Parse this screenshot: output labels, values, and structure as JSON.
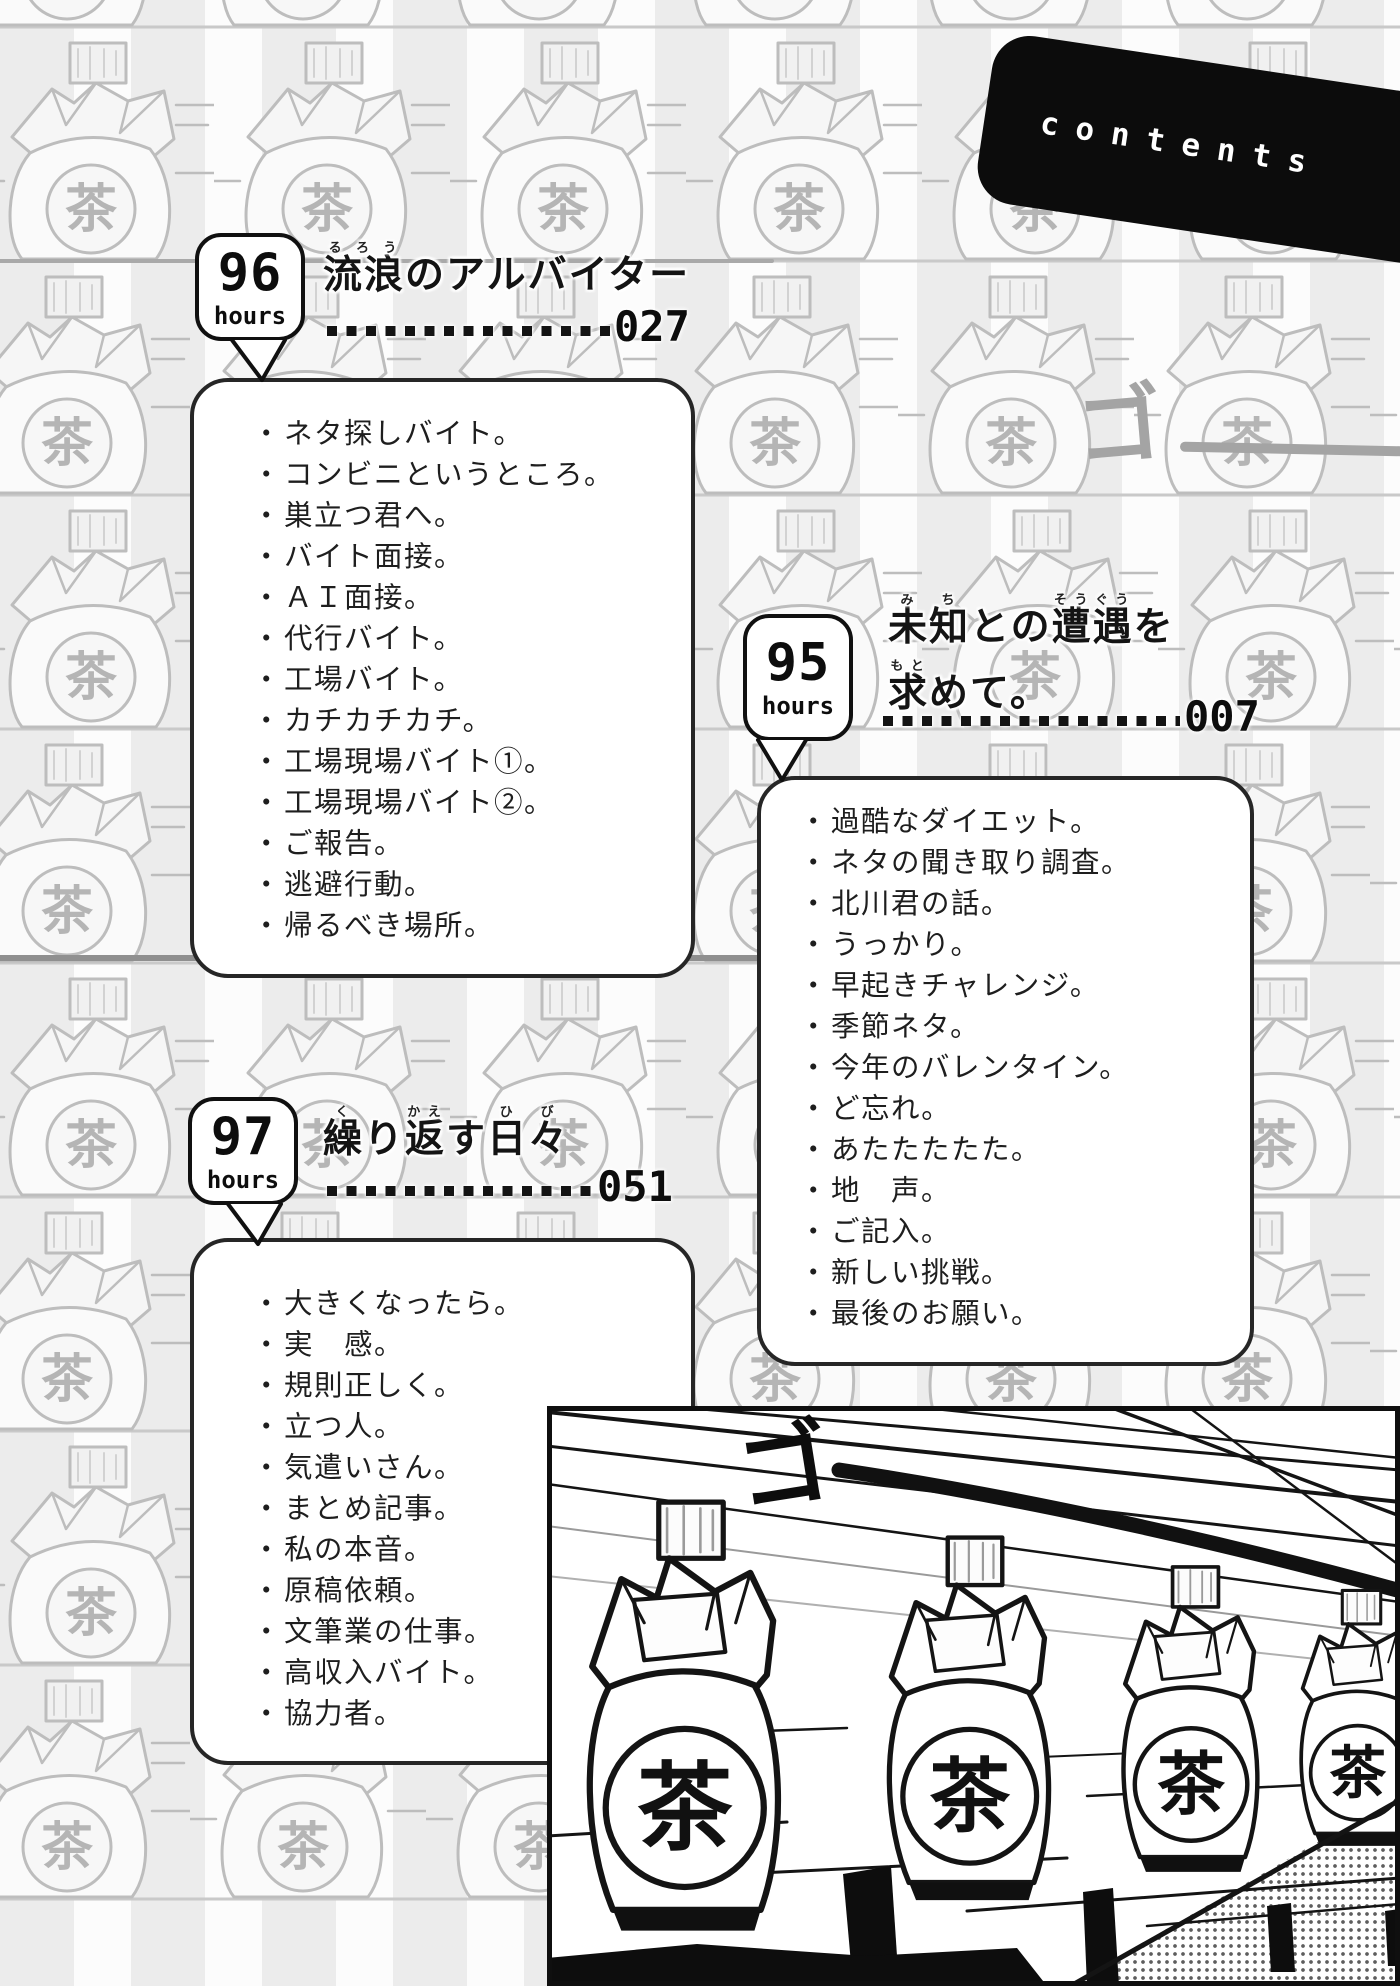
{
  "header": {
    "contents_label": "contents"
  },
  "colors": {
    "ink": "#111111",
    "sketch_gray": "#bdbdbd",
    "stripe_gray": "#ececec",
    "badge_text": "#ffffff"
  },
  "sfx": {
    "go_top": "ゴ",
    "go_panel": "ゴ"
  },
  "background": {
    "bag_label": "茶"
  },
  "panel": {
    "bag_label": "茶"
  },
  "chapters": [
    {
      "number": "96",
      "unit": "hours",
      "page_number": "027",
      "title_lines": [
        [
          {
            "t": "流浪",
            "r": "るろう"
          },
          {
            "t": "のアルバイター"
          }
        ]
      ],
      "items": [
        "ネタ探しバイト。",
        "コンビニというところ。",
        "巣立つ君へ。",
        "バイト面接。",
        "ＡＩ面接。",
        "代行バイト。",
        "工場バイト。",
        "カチカチカチ。",
        "工場現場バイト①。",
        "工場現場バイト②。",
        "ご報告。",
        "逃避行動。",
        "帰るべき場所。"
      ]
    },
    {
      "number": "95",
      "unit": "hours",
      "page_number": "007",
      "title_lines": [
        [
          {
            "t": "未知",
            "r": "みち"
          },
          {
            "t": "との"
          },
          {
            "t": "遭遇",
            "r": "そうぐう"
          },
          {
            "t": "を"
          }
        ],
        [
          {
            "t": "求",
            "r": "もと"
          },
          {
            "t": "めて。"
          }
        ]
      ],
      "items": [
        "過酷なダイエット。",
        "ネタの聞き取り調査。",
        "北川君の話。",
        "うっかり。",
        "早起きチャレンジ。",
        "季節ネタ。",
        "今年のバレンタイン。",
        "ど忘れ。",
        "あたたたたた。",
        "地　声。",
        "ご記入。",
        "新しい挑戦。",
        "最後のお願い。"
      ]
    },
    {
      "number": "97",
      "unit": "hours",
      "page_number": "051",
      "title_lines": [
        [
          {
            "t": "繰",
            "r": "く"
          },
          {
            "t": "り"
          },
          {
            "t": "返",
            "r": "かえ"
          },
          {
            "t": "す"
          },
          {
            "t": "日",
            "r": "ひ"
          },
          {
            "t": "々",
            "r": "び"
          }
        ]
      ],
      "items": [
        "大きくなったら。",
        "実　感。",
        "規則正しく。",
        "立つ人。",
        "気遣いさん。",
        "まとめ記事。",
        "私の本音。",
        "原稿依頼。",
        "文筆業の仕事。",
        "高収入バイト。",
        "協力者。"
      ]
    }
  ]
}
